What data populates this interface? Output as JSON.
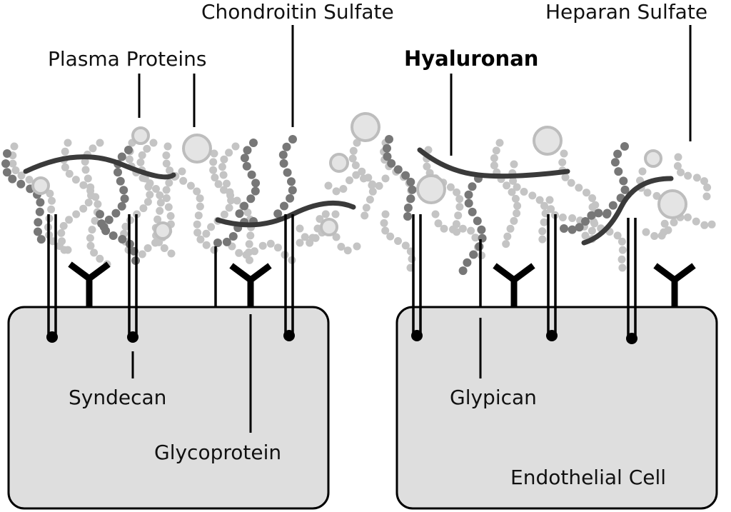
{
  "labels": {
    "plasma_proteins": "Plasma Proteins",
    "chondroitin_sulfate": "Chondroitin Sulfate",
    "hyaluronan": "Hyaluronan",
    "heparan_sulfate": "Heparan Sulfate",
    "syndecan": "Syndecan",
    "glycoprotein": "Glycoprotein",
    "glypican": "Glypican",
    "endothelial_cell": "Endothelial Cell"
  },
  "colors": {
    "cell_fill": "#dedede",
    "outline": "#000000",
    "hyaluronan": "#3a3a3a",
    "chain_dark": "#777777",
    "chain_light": "#c4c4c4",
    "protein_fill": "#e4e4e4",
    "protein_stroke": "#bdbdbd"
  }
}
